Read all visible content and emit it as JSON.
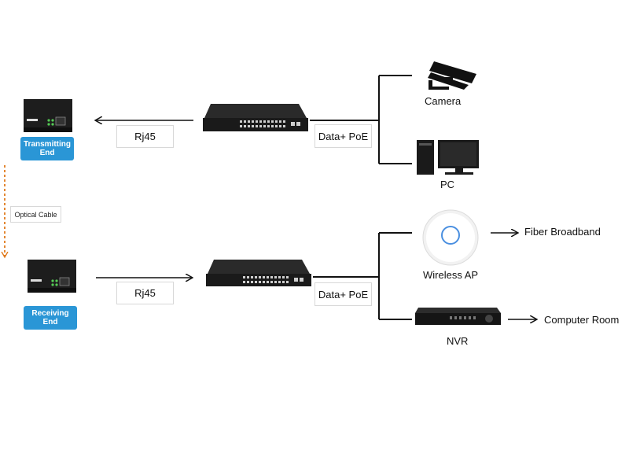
{
  "colors": {
    "badge": "#2a96d6",
    "optical": "#e07a1c",
    "line": "#111111",
    "device": "#1d1d1d"
  },
  "transmitting": {
    "label": "Transmitting End"
  },
  "receiving": {
    "label": "Receiving End"
  },
  "optical_cable": {
    "label": "Optical Cable"
  },
  "links": {
    "top_rj45": "Rj45",
    "bottom_rj45": "Rj45",
    "top_data": "Data+ PoE",
    "bottom_data": "Data+ PoE"
  },
  "devices": {
    "camera": "Camera",
    "pc": "PC",
    "wireless_ap": "Wireless AP",
    "nvr": "NVR"
  },
  "destinations": {
    "fiber": "Fiber Broadband",
    "computer_room": "Computer Room"
  },
  "icons": [
    "media-converter-icon",
    "poe-switch-icon",
    "camera-icon",
    "pc-icon",
    "wireless-ap-icon",
    "nvr-icon"
  ]
}
